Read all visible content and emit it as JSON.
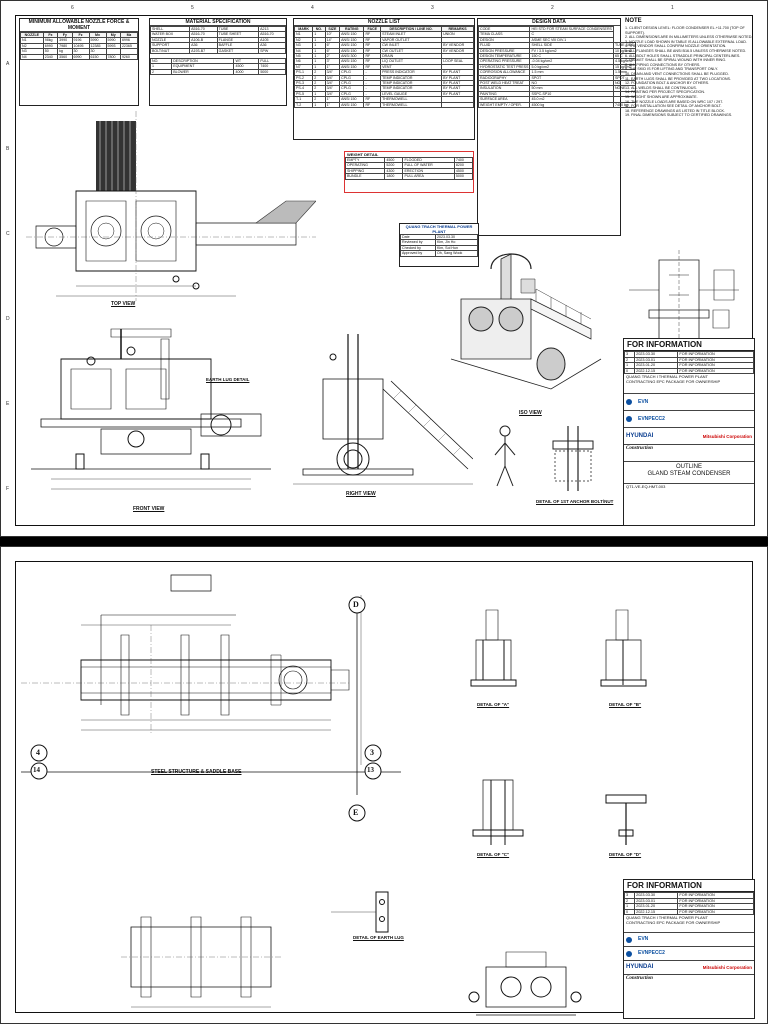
{
  "sheet1": {
    "hold_table": {
      "title": "MINIMUM ALLOWABLE NOZZLE FORCE & MOMENT",
      "headers": [
        "NOZZLE",
        "Fx",
        "Fy",
        "Fz",
        "Mx",
        "My",
        "Mz"
      ],
      "rows": [
        [
          "N1",
          "98kg",
          "3990",
          "9196",
          "5990",
          "5990",
          "6996"
        ],
        [
          "N2",
          "6990",
          "7980",
          "10495",
          "12385",
          "5993",
          "22365"
        ],
        [
          "N3",
          "50",
          "kg",
          "30",
          "30",
          "",
          ""
        ],
        [
          "N4",
          "2340",
          "3560",
          "6990",
          "6150",
          "7800",
          "9260"
        ]
      ]
    },
    "material_spec": {
      "title": "MATERIAL SPECIFICATION",
      "rows": [
        [
          "SHELL",
          "A516-70",
          "TUBE",
          "A213"
        ],
        [
          "WATER BOX",
          "A516-70",
          "TUBE SHEET",
          "A516-70"
        ],
        [
          "NOZZLE",
          "A106-B",
          "FLANGE",
          "A105"
        ],
        [
          "SUPPORT",
          "A36",
          "BAFFLE",
          "A36"
        ],
        [
          "BOLT/NUT",
          "A193-B7",
          "GASKET",
          "SPW"
        ]
      ],
      "sub_rows": [
        [
          "NO.",
          "DESCRIPTION",
          "WT",
          "FULL"
        ],
        [
          "1",
          "EQUIPMENT",
          "4500",
          "7400"
        ],
        [
          "2",
          "BLOWER",
          "4000",
          "5000"
        ]
      ]
    },
    "nozzle_list": {
      "title": "NOZZLE LIST",
      "headers": [
        "MARK",
        "NO.",
        "SIZE",
        "RATING",
        "FACE",
        "DESCRIPTION / LINE NO.",
        "REMARKS"
      ],
      "rows": [
        [
          "N1",
          "1",
          "10\"",
          "ANSI 150",
          "RF",
          "STEAM INLET",
          "UNION"
        ],
        [
          "N2",
          "1",
          "14\"",
          "ANSI 150",
          "RF",
          "VAPOR OUTLET",
          ""
        ],
        [
          "N3",
          "1",
          "6\"",
          "ANSI 150",
          "RF",
          "CW INLET",
          "BY VENDOR"
        ],
        [
          "N4",
          "1",
          "6\"",
          "ANSI 150",
          "RF",
          "CW OUTLET",
          "BY VENDOR"
        ],
        [
          "N5",
          "1",
          "2\"",
          "ANSI 300",
          "RF",
          "DRAIN",
          ""
        ],
        [
          "N6",
          "1",
          "3\"",
          "ANSI 150",
          "RF",
          "LIQ OUTLET",
          "LOOP SEAL"
        ],
        [
          "N7",
          "1",
          "1\"",
          "ANSI 150",
          "RF",
          "VENT",
          ""
        ],
        [
          "PS-1",
          "2",
          "3/4\"",
          "CPLG",
          "-",
          "PRESS INDICATOR",
          "BY PLANT"
        ],
        [
          "PS-2",
          "2",
          "3/4\"",
          "CPLG",
          "-",
          "TEMP INDICATOR",
          "BY PLANT"
        ],
        [
          "PS-3",
          "2",
          "3/4\"",
          "CPLG",
          "-",
          "TEMP INDICATOR",
          "BY PLANT"
        ],
        [
          "PS-4",
          "2",
          "3/4\"",
          "CPLG",
          "-",
          "TEMP INDICATOR",
          "BY PLANT"
        ],
        [
          "PS-5",
          "1",
          "3/4\"",
          "CPLG",
          "-",
          "LEVEL GAUGE",
          "BY PLANT"
        ],
        [
          "T-1",
          "2",
          "1\"",
          "ANSI 150",
          "RF",
          "THERMOWELL",
          ""
        ],
        [
          "T-2",
          "1",
          "1\"",
          "ANSI 150",
          "RF",
          "THERMOWELL",
          ""
        ]
      ]
    },
    "design_data": {
      "title": "DESIGN DATA",
      "rows": [
        [
          "CODE",
          "HEI STD FOR STEAM SURFACE CONDENSERS"
        ],
        [
          "TEMA CLASS",
          "C"
        ],
        [
          "DESIGN",
          "ASME SEC VIII DIV.1"
        ],
        [
          "FLUID",
          "SHELL SIDE",
          "TUBE SIDE"
        ],
        [
          "DESIGN PRESSURE",
          "FV / 3.5 kg/cm2",
          "10 kg/cm2"
        ],
        [
          "DESIGN TEMPERATURE",
          "150 C",
          "65 C"
        ],
        [
          "OPERATING PRESSURE",
          "-0.04 kg/cm2",
          "4.5 kg/cm2"
        ],
        [
          "HYDROSTATIC TEST PRESS",
          "5.0 kg/cm2",
          "15 kg/cm2"
        ],
        [
          "CORROSION ALLOWANCE",
          "1.5 mm",
          "1.5 mm"
        ],
        [
          "RADIOGRAPHY",
          "SPOT",
          "SPOT"
        ],
        [
          "POST WELD HEAT TREAT",
          "NO",
          "NO"
        ],
        [
          "INSULATION",
          "50 mm",
          "NONE"
        ],
        [
          "PAINTING",
          "SSPC-SP10",
          ""
        ],
        [
          "SURFACE AREA",
          "45.0 m2",
          ""
        ],
        [
          "WEIGHT EMPTY / OPER.",
          "4500 kg",
          "7400 kg"
        ]
      ]
    },
    "notes_title": "NOTE",
    "notes": "1. CLIENT DESIGN LEVEL: FLOOR CONDENSER EL.+11.700 (TOP OF SUPPORT).\n2. ALL DIMENSIONS ARE IN MILLIMETERS UNLESS OTHERWISE NOTED.\n3. NOZZLE LOAD SHOWN IN TABLE IS ALLOWABLE EXTERNAL LOAD.\n4. THE VENDOR SHALL CONFIRM NOZZLE ORIENTATION.\n5. ALL FLANGES SHALL BE ANSI B16.5 UNLESS OTHERWISE NOTED.\n6. ALL BOLT HOLES SHALL STRADDLE PRINCIPAL CENTERLINES.\n7. GASKET SHALL BE SPIRAL WOUND WITH INNER RING.\n8. ALL PIPING CONNECTIONS BY OTHERS.\n9. THE SKID IS FOR LIFTING AND TRANSPORT ONLY.\n10. DRAIN AND VENT CONNECTIONS SHALL BE PLUGGED.\n11. EARTH LUGS SHALL BE PROVIDED AT TWO LOCATIONS.\n12. FOUNDATION BOLT & ANCHOR BY OTHERS.\n13. ALL WELDS SHALL BE CONTINUOUS.\n14. PAINTING PER PROJECT SPECIFICATION.\n15. WEIGHT SHOWN ARE APPROXIMATE.\n16. THE NOZZLE LOADS ARE BASED ON WRC 107 / 297.\n17. FOR INSTALLATION SEE DETAIL OF ANCHOR BOLT.\n18. REFERENCE DRAWINGS AS LISTED IN TITLE BLOCK.\n19. FINAL DIMENSIONS SUBJECT TO CERTIFIED DRAWINGS.",
    "weight_box": {
      "title": "WEIGHT DETAIL",
      "rows": [
        [
          "EMPTY",
          "4500",
          "FLOODED",
          "7400"
        ],
        [
          "OPERATING",
          "5200",
          "FULL OF WATER",
          "8200"
        ],
        [
          "SHIPPING",
          "4300",
          "ERECTION",
          "4500"
        ],
        [
          "BUNDLE",
          "1800",
          "PULL AREA",
          "5000"
        ]
      ]
    },
    "approval_box": {
      "header": "QUANG TRACH THERMAL POWER PLANT",
      "rows": [
        [
          "Date",
          "2023.03.30"
        ],
        [
          "Reviewed by",
          "Kim, Jin Ho"
        ],
        [
          "Checked by",
          "Kim, Sol Hun"
        ],
        [
          "Approved by",
          "Oh, Sang Wook"
        ]
      ]
    },
    "captions": {
      "top_view": "TOP VIEW",
      "front_view": "FRONT VIEW",
      "right_view": "RIGHT VIEW",
      "iso_view": "ISO VIEW",
      "earth_lug": "EARTH LUG DETAIL",
      "anchor_detail": "DETAIL OF 1ST ANCHOR BOLT/NUT"
    },
    "title_block": {
      "for_information": "FOR INFORMATION",
      "revisions": [
        [
          "3",
          "2023.03.30",
          "FOR INFORMATION"
        ],
        [
          "2",
          "2023.03.01",
          "FOR INFORMATION"
        ],
        [
          "1",
          "2023.01.20",
          "FOR INFORMATION"
        ],
        [
          "0",
          "2022.12.15",
          "FOR INFORMATION"
        ]
      ],
      "project": "QUANG TRACH I THERMAL POWER PLANT",
      "project_sub": "CONTRACTING EPC PACKAGE FOR OWNERSHIP",
      "owner": "EVN",
      "engineer": "EVNPECC2",
      "contractor": "HYUNDAI",
      "partner": "Mitsubishi Corporation",
      "vendor": "Construction",
      "doc_title1": "OUTLINE",
      "doc_title2": "GLAND STEAM CONDENSER",
      "drawing_no": "QT1-VE-EQ-HMT-003"
    },
    "sheet_ticks_top": [
      "6",
      "5",
      "4",
      "3",
      "2",
      "1"
    ],
    "sheet_ticks_side": [
      "A",
      "B",
      "C",
      "D",
      "E",
      "F"
    ]
  },
  "sheet2": {
    "grid": {
      "col_d": "D",
      "col_e": "E",
      "row_4": "4",
      "row_14": "14",
      "row_3": "3",
      "row_13": "13"
    },
    "captions": {
      "base": "STEEL STRUCTURE & SADDLE BASE",
      "detail_a": "DETAIL OF \"A\"",
      "detail_b": "DETAIL OF \"B\"",
      "detail_c": "DETAIL OF \"C\"",
      "detail_d": "DETAIL OF \"D\"",
      "earth_lug": "DETAIL OF EARTH LUG"
    },
    "title_block": {
      "for_information": "FOR INFORMATION",
      "project": "QUANG TRACH I THERMAL POWER PLANT",
      "project_sub": "CONTRACTING EPC PACKAGE FOR OWNERSHIP",
      "owner": "EVN",
      "engineer": "EVNPECC2",
      "contractor": "HYUNDAI",
      "partner": "Mitsubishi Corporation",
      "vendor": "Construction"
    }
  }
}
